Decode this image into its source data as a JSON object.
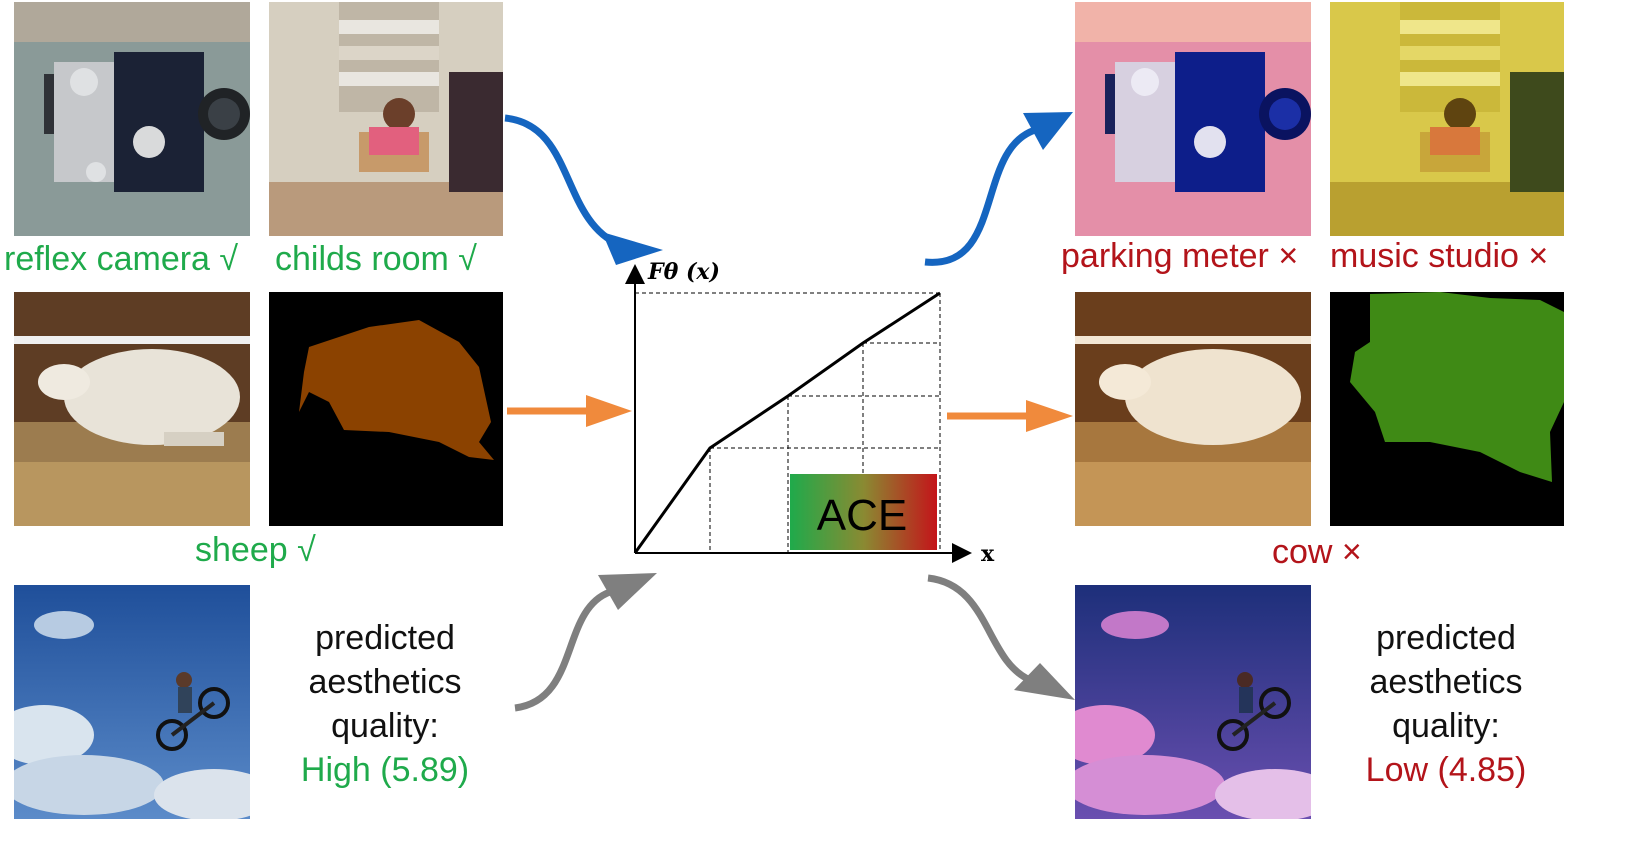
{
  "left": {
    "row1": [
      {
        "label": "reflex camera √",
        "status": "correct"
      },
      {
        "label": "childs room √",
        "status": "correct"
      }
    ],
    "row2": {
      "label": "sheep √",
      "status": "correct"
    },
    "quality": {
      "lines": [
        "predicted",
        "aesthetics",
        "quality:"
      ],
      "verdict": "High (5.89)",
      "status": "high"
    }
  },
  "right": {
    "row1": [
      {
        "label": "parking meter ×",
        "status": "wrong"
      },
      {
        "label": "music studio ×",
        "status": "wrong"
      }
    ],
    "row2": {
      "label": "cow ×",
      "status": "wrong"
    },
    "quality": {
      "lines": [
        "predicted",
        "aesthetics",
        "quality:"
      ],
      "verdict": "Low (4.85)",
      "status": "low"
    }
  },
  "center": {
    "y_axis_label": "Fθ (x)",
    "x_axis_label": "x",
    "box_label": "ACE"
  },
  "colors": {
    "correct": "#1faa4b",
    "wrong": "#b3141a",
    "arrow_blue": "#1565c0",
    "arrow_orange": "#f08a3c",
    "arrow_gray": "#7f7f7f",
    "ace_gradient": [
      "#1faa4b",
      "#c4141a"
    ]
  },
  "icons": [
    "camera-photo",
    "child-room-photo",
    "sheep-photo",
    "sheep-mask",
    "bmx-photo"
  ]
}
